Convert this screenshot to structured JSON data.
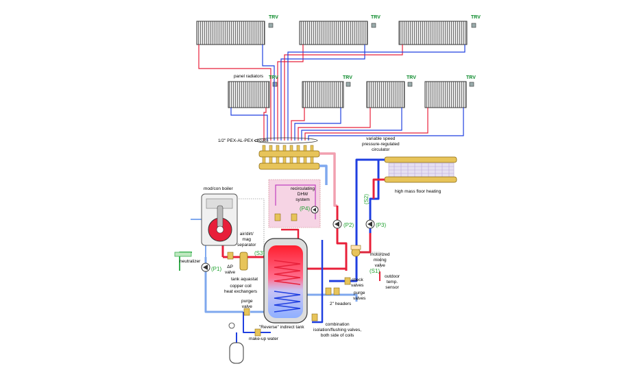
{
  "colors": {
    "hot": "#e8203a",
    "cold": "#1f3fe0",
    "supply_light": "#f2a0b0",
    "return_light": "#7fa8ee",
    "brass": "#e7c45a",
    "green_label": "#1fa12f",
    "radiator": "#d8d8d8",
    "zone_pink": "#f6d4e4",
    "grid_purple": "#b9a6d8"
  },
  "labels": {
    "trv": "TRV",
    "panel_radiators": "panel radiators",
    "pex_circuits": "1/2\" PEX-AL-PEX circuits",
    "variable_speed": [
      "variable speed",
      "pressure-regulated",
      "circulator"
    ],
    "recirculating": [
      "recirculating",
      "DHW",
      "system"
    ],
    "high_mass": "high mass floor heating",
    "mod_con_boiler": "mod/con boiler",
    "air_dirt_mag": [
      "air/dirt/",
      "mag",
      "separator"
    ],
    "neutralizer": "neutralizer",
    "dp_valve": [
      "ΔP",
      "valve"
    ],
    "tank_aquastat": "tank aquastat",
    "copper_coil": [
      "copper coil",
      "heat exchangers"
    ],
    "purge_valve": [
      "purge",
      "valve"
    ],
    "make_up_water": "make-up water",
    "reverse_tank": "\"Reverse\" indirect tank",
    "combination": [
      "combination",
      "isolation/flushing valves,",
      "both side of coils"
    ],
    "two_inch_headers": "2\" headers",
    "check_valves": [
      "check",
      "valves"
    ],
    "purge_valves": [
      "purge",
      "valves"
    ],
    "outdoor_temp": [
      "outdoor",
      "temp.",
      "sensor"
    ],
    "motorized_mixing": [
      "motorized",
      "mixing",
      "valve"
    ]
  },
  "pumps": {
    "p1": "(P1)",
    "p2": "(P2)",
    "p3": "(P3)",
    "p4": "(P4)",
    "s1": "(S1)",
    "s2": "(S2)",
    "s3": "(S3)"
  }
}
